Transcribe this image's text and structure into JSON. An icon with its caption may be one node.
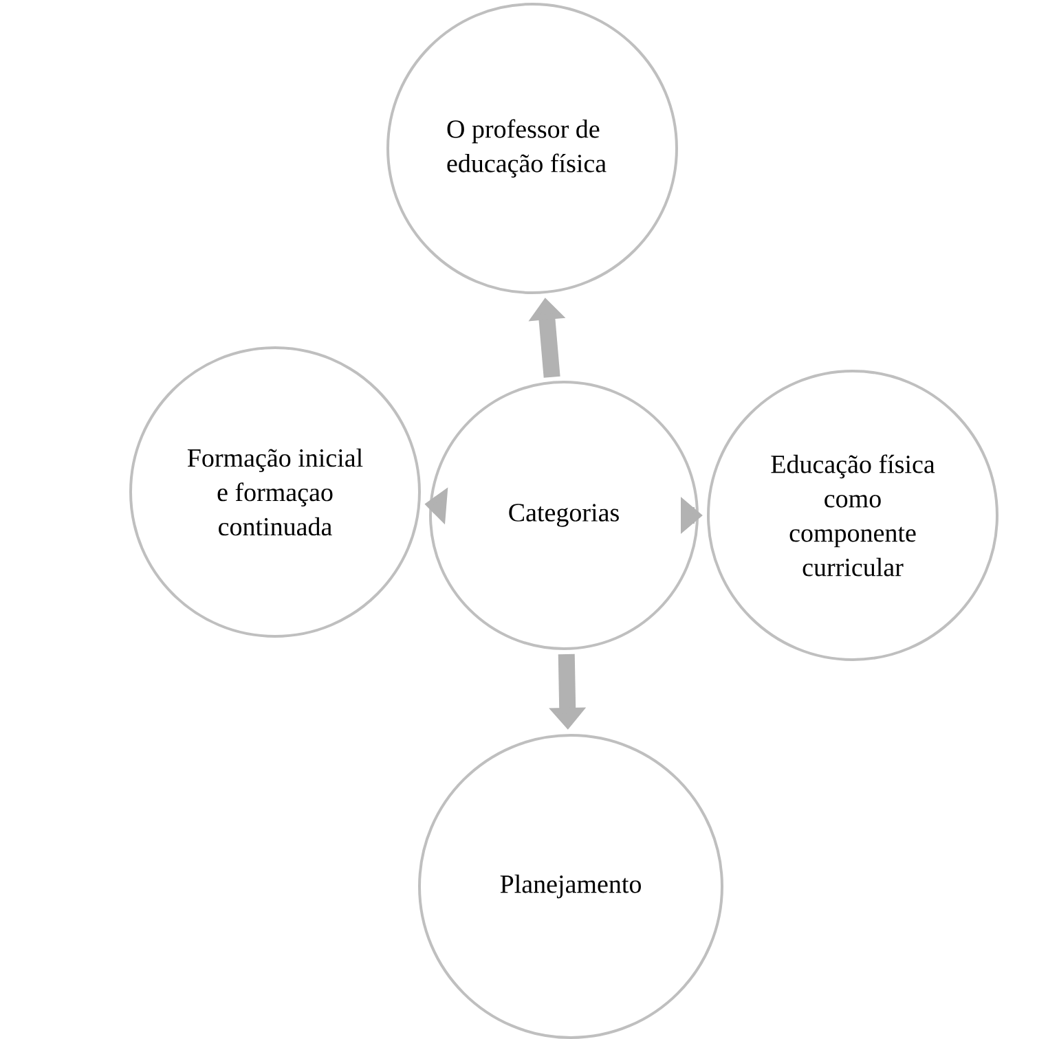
{
  "diagram": {
    "nodes": [
      {
        "text": [
          "O professor de educação física"
        ]
      },
      {
        "text": [
          "Formação inicial e formaçao continuada"
        ]
      },
      {
        "text": [
          "Categorias"
        ]
      },
      {
        "text": [
          "Educação física como componente curricular"
        ]
      },
      {
        "text": [
          "Planejamento"
        ]
      }
    ],
    "edges": [
      {
        "from": 2,
        "to": 0,
        "arrow": "to"
      },
      {
        "from": 2,
        "to": 1,
        "arrow": "to"
      },
      {
        "from": 2,
        "to": 3,
        "arrow": "to"
      },
      {
        "from": 2,
        "to": 4,
        "arrow": "to"
      }
    ]
  }
}
